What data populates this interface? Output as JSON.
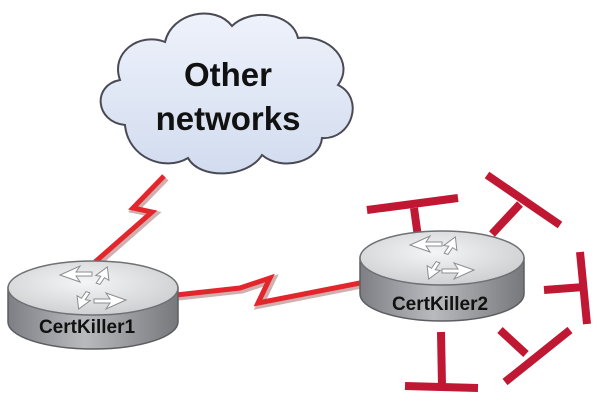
{
  "cloud": {
    "line1": "Other",
    "line2": "networks"
  },
  "routers": {
    "r1": {
      "label": "CertKiller1"
    },
    "r2": {
      "label": "CertKiller2"
    }
  },
  "colors": {
    "serial_link": "#e2262c",
    "serial_shadow": "#7a1a1a",
    "lan_segment": "#c01733",
    "cloud_fill": "#dfe6f4",
    "cloud_stroke": "#4a4a55",
    "router_top": "#e3e4e6",
    "router_side": "#9b9ca0"
  },
  "icons": {
    "cloud": "cloud-icon",
    "router": "router-icon",
    "serial": "serial-link-icon",
    "lan": "lan-segment-icon"
  }
}
